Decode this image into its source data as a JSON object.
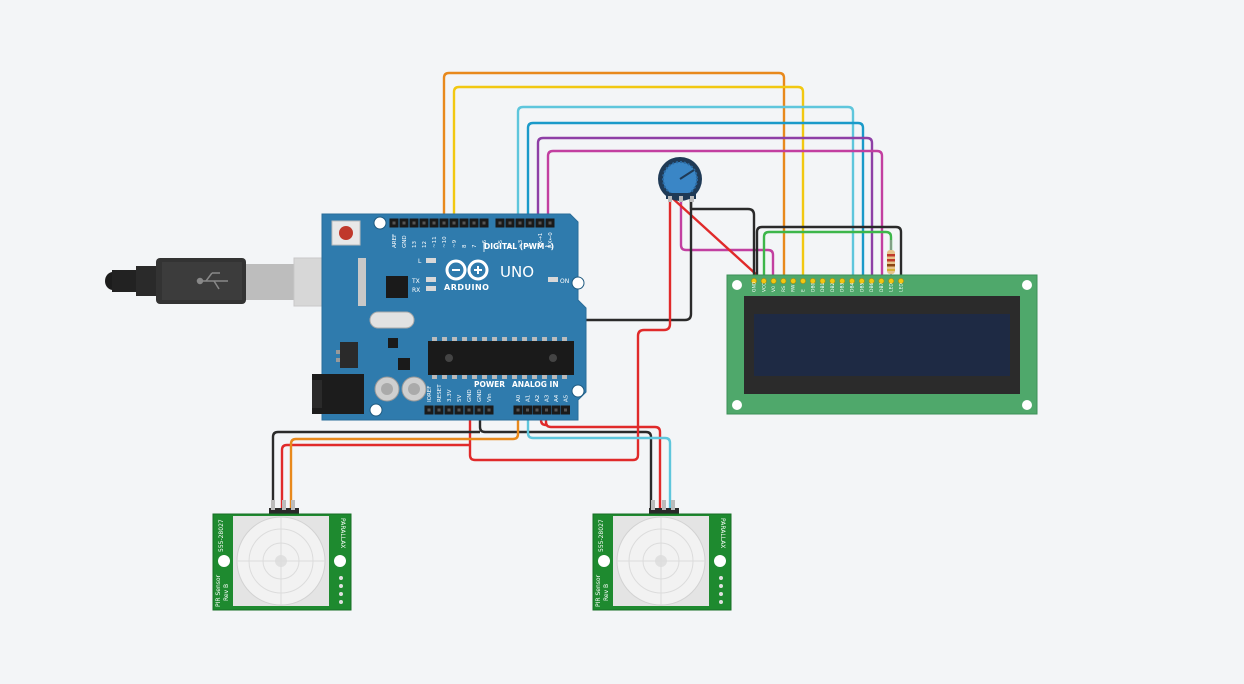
{
  "arduino": {
    "brand": "ARDUINO",
    "model": "UNO",
    "digital_header": "DIGITAL (PWM~)",
    "power_header": "POWER",
    "analog_header": "ANALOG IN",
    "on_label": "ON",
    "led_l": "L",
    "led_tx": "TX",
    "led_rx": "RX",
    "digital_pins": [
      "AREF",
      "GND",
      "13",
      "12",
      "~11",
      "~10",
      "~9",
      "8",
      "7",
      "~6",
      "~5",
      "4",
      "~3",
      "2",
      "TX→1",
      "RX←0"
    ],
    "power_pins": [
      "IOREF",
      "RESET",
      "3.3V",
      "5V",
      "GND",
      "GND",
      "Vin"
    ],
    "analog_pins": [
      "A0",
      "A1",
      "A2",
      "A3",
      "A4",
      "A5"
    ]
  },
  "pir_sensor": {
    "part_number": "555-28027",
    "brand": "PARALLAX",
    "name": "PIR Sensor",
    "revision": "Rev B"
  },
  "lcd": {
    "pins": [
      "GND",
      "VCC",
      "V0",
      "RS",
      "RW",
      "E",
      "DB0",
      "DB1",
      "DB2",
      "DB3",
      "DB4",
      "DB5",
      "DB6",
      "DB7",
      "LED",
      "LED"
    ]
  },
  "wire_colors": {
    "orange": "#e8891c",
    "yellow": "#f2c811",
    "light_blue": "#5ec6dc",
    "blue": "#1a9ac9",
    "purple": "#8e3fa6",
    "magenta": "#c23fa0",
    "red": "#e02a2a",
    "black": "#2a2a2a",
    "green": "#3db64a"
  }
}
